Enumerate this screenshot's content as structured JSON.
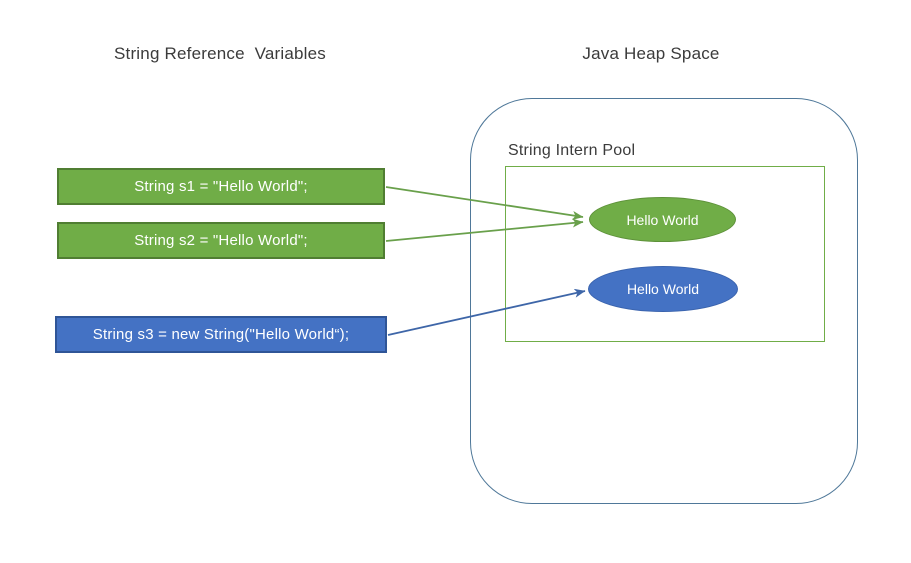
{
  "titles": {
    "left": "String Reference  Variables",
    "right": "Java Heap Space"
  },
  "heap": {
    "intern_pool_label": "String Intern Pool"
  },
  "variables": [
    {
      "id": "s1",
      "code": "String s1 = \"Hello World\";",
      "kind": "interned-reference"
    },
    {
      "id": "s2",
      "code": "String s2 = \"Hello World\";",
      "kind": "interned-reference"
    },
    {
      "id": "s3",
      "code": "String s3 = new String(\"Hello World“);",
      "kind": "heap-reference"
    }
  ],
  "heap_objects": [
    {
      "label": "Hello World",
      "location": "string-intern-pool",
      "color": "#70AD47"
    },
    {
      "label": "Hello World",
      "location": "java-heap-space",
      "color": "#4472C4"
    }
  ],
  "colors": {
    "green_fill": "#70AD47",
    "green_border": "#507E32",
    "blue_fill": "#4472C4",
    "blue_border": "#2F5597",
    "heap_outline": "#4F7899",
    "pool_outline": "#70AD47",
    "green_arrow": "#69A04B",
    "blue_arrow": "#3E66A8",
    "title_text": "#3B3B3B",
    "shape_text": "#FFFFFF"
  }
}
